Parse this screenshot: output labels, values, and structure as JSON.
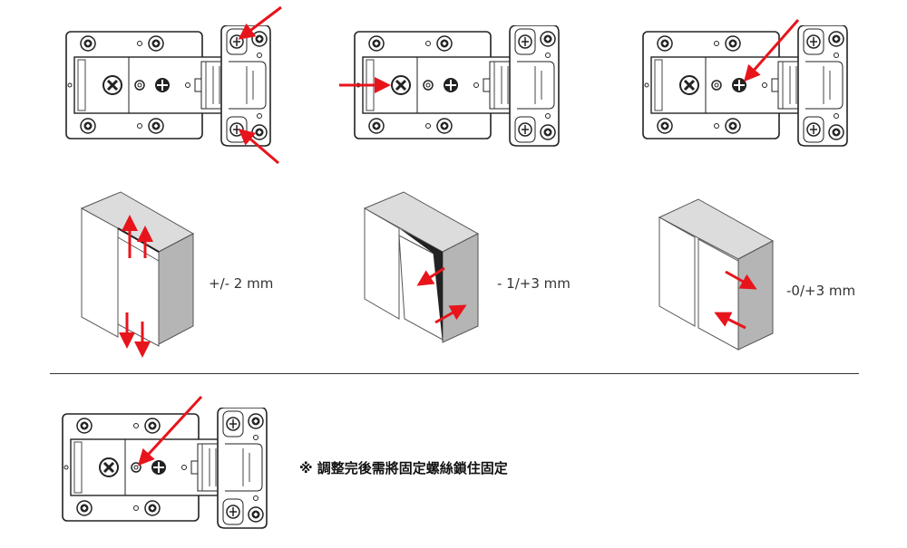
{
  "adjustments": [
    {
      "label": "+/- 2 mm",
      "direction": "vertical"
    },
    {
      "label": "- 1/+3 mm",
      "direction": "depth"
    },
    {
      "label": "-0/+3 mm",
      "direction": "lateral"
    }
  ],
  "note": "※ 調整完後需將固定螺絲鎖住固定",
  "colors": {
    "arrow": "#e8141c",
    "line": "#222222",
    "side_face": "#b5b5b5",
    "top_face": "#dcdcdc"
  }
}
